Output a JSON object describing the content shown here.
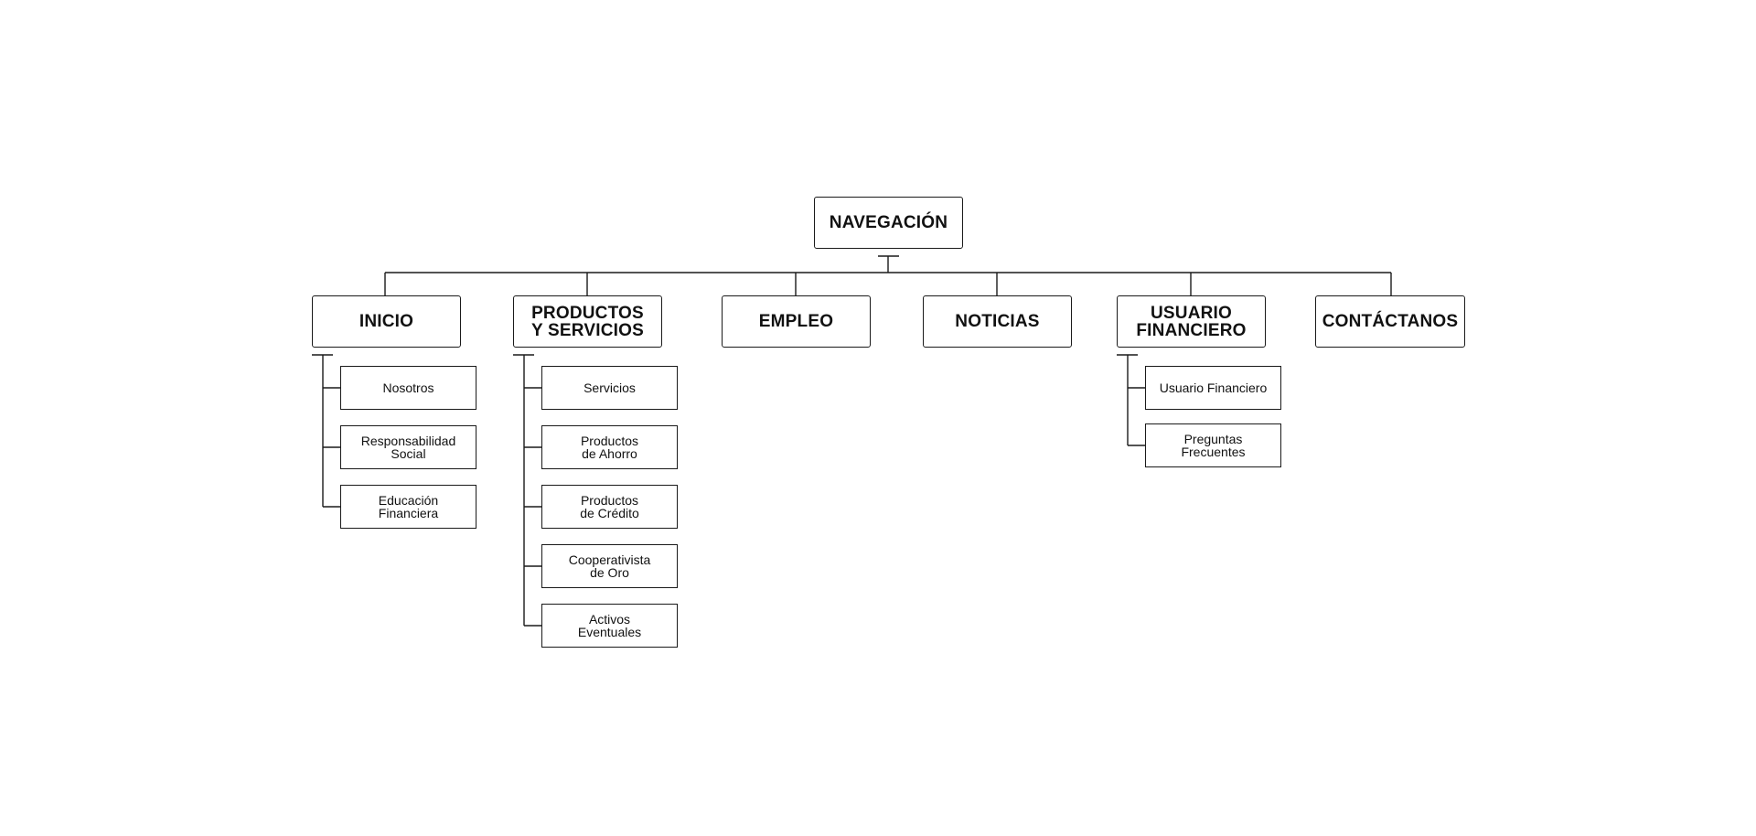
{
  "root": {
    "label": "NAVEGACIÓN"
  },
  "sections": [
    {
      "label": "INICIO",
      "children": [
        "Nosotros",
        "Responsabilidad\nSocial",
        "Educación\nFinanciera"
      ]
    },
    {
      "label": "PRODUCTOS\nY SERVICIOS",
      "children": [
        "Servicios",
        "Productos\nde Ahorro",
        "Productos\nde Crédito",
        "Cooperativista\nde Oro",
        "Activos\nEventuales"
      ]
    },
    {
      "label": "EMPLEO",
      "children": []
    },
    {
      "label": "NOTICIAS",
      "children": []
    },
    {
      "label": "USUARIO\nFINANCIERO",
      "children": [
        "Usuario Financiero",
        "Preguntas\nFrecuentes"
      ]
    },
    {
      "label": "CONTÁCTANOS",
      "children": []
    }
  ],
  "colors": {
    "line": "#1a1a1a",
    "background": "#ffffff",
    "text": "#111111"
  }
}
